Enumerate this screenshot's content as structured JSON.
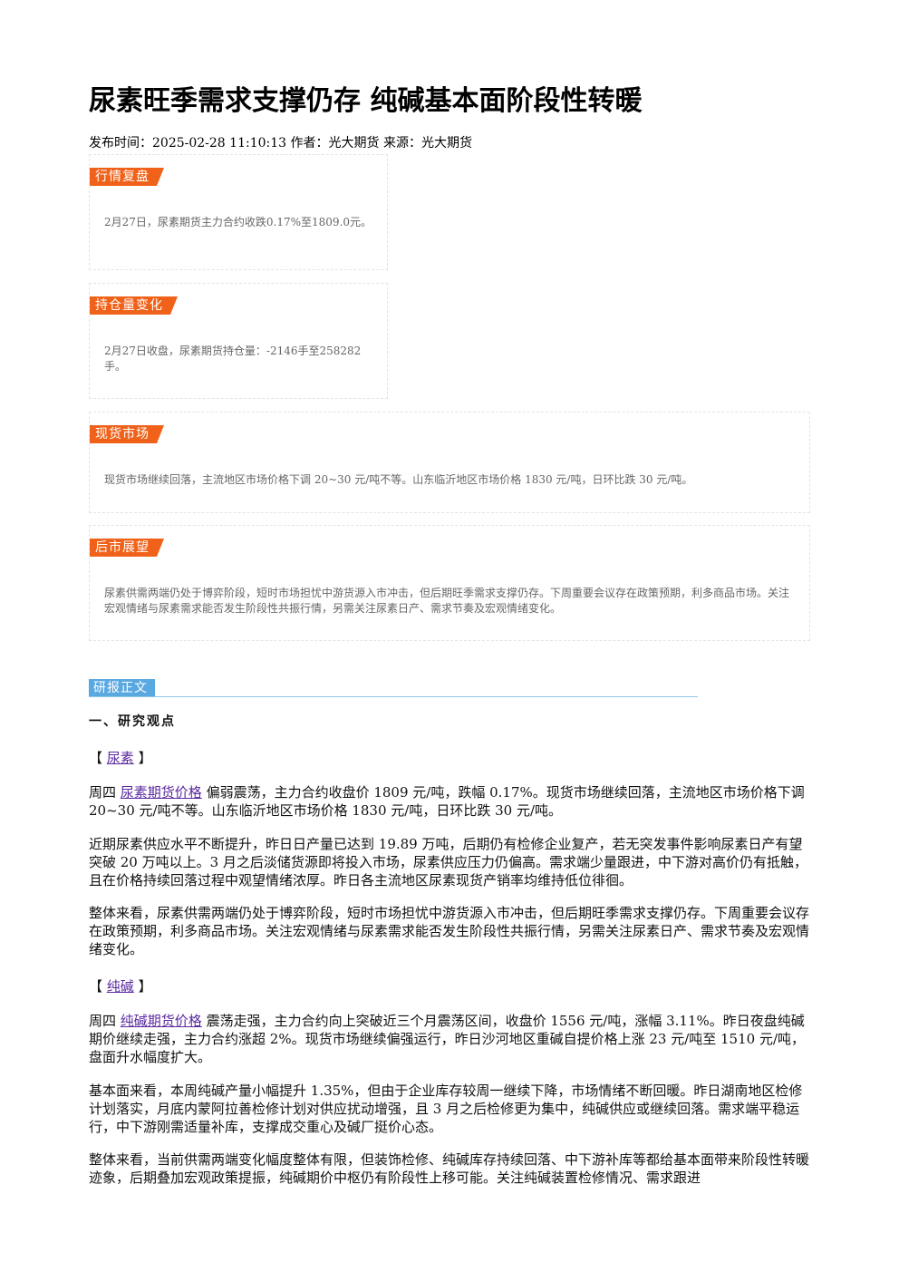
{
  "article": {
    "title": "尿素旺季需求支撑仍存 纯碱基本面阶段性转暖",
    "meta": "发布时间：2025-02-28 11:10:13 作者：光大期货 来源：光大期货"
  },
  "summary_boxes": [
    {
      "label": "行情复盘",
      "text": "2月27日，尿素期货主力合约收跌0.17%至1809.0元。"
    },
    {
      "label": "持仓量变化",
      "text": "2月27日收盘，尿素期货持仓量：-2146手至258282手。"
    },
    {
      "label": "现货市场",
      "text": "现货市场继续回落，主流地区市场价格下调 20~30 元/吨不等。山东临沂地区市场价格 1830 元/吨，日环比跌 30 元/吨。"
    },
    {
      "label": "后市展望",
      "text": "尿素供需两端仍处于博弈阶段，短时市场担忧中游货源入市冲击，但后期旺季需求支撑仍存。下周重要会议存在政策预期，利多商品市场。关注宏观情绪与尿素需求能否发生阶段性共振行情，另需关注尿素日产、需求节奏及宏观情绪变化。"
    }
  ],
  "research": {
    "tag": "研报正文",
    "heading": "一、研究观点",
    "urea": {
      "bracket_open": "【 ",
      "name": "尿素",
      "bracket_close": " 】",
      "p1_prefix": "周四 ",
      "p1_link": "尿素期货价格",
      "p1_rest": " 偏弱震荡，主力合约收盘价 1809 元/吨，跌幅 0.17%。现货市场继续回落，主流地区市场价格下调 20~30 元/吨不等。山东临沂地区市场价格 1830 元/吨，日环比跌 30 元/吨。",
      "p2": "近期尿素供应水平不断提升，昨日日产量已达到 19.89 万吨，后期仍有检修企业复产，若无突发事件影响尿素日产有望突破 20 万吨以上。3 月之后淡储货源即将投入市场，尿素供应压力仍偏高。需求端少量跟进，中下游对高价仍有抵触，且在价格持续回落过程中观望情绪浓厚。昨日各主流地区尿素现货产销率均维持低位徘徊。",
      "p3": "整体来看，尿素供需两端仍处于博弈阶段，短时市场担忧中游货源入市冲击，但后期旺季需求支撑仍存。下周重要会议存在政策预期，利多商品市场。关注宏观情绪与尿素需求能否发生阶段性共振行情，另需关注尿素日产、需求节奏及宏观情绪变化。"
    },
    "soda": {
      "bracket_open": "【 ",
      "name": "纯碱",
      "bracket_close": " 】",
      "p1_prefix": "周四 ",
      "p1_link": "纯碱期货价格",
      "p1_rest": " 震荡走强，主力合约向上突破近三个月震荡区间，收盘价 1556 元/吨，涨幅 3.11%。昨日夜盘纯碱期价继续走强，主力合约涨超 2%。现货市场继续偏强运行，昨日沙河地区重碱自提价格上涨 23 元/吨至 1510 元/吨，盘面升水幅度扩大。",
      "p2": "基本面来看，本周纯碱产量小幅提升 1.35%，但由于企业库存较周一继续下降，市场情绪不断回暖。昨日湖南地区检修计划落实，月底内蒙阿拉善检修计划对供应扰动增强，且 3 月之后检修更为集中，纯碱供应或继续回落。需求端平稳运行，中下游刚需适量补库，支撑成交重心及碱厂挺价心态。",
      "p3": "整体来看，当前供需两端变化幅度整体有限，但装饰检修、纯碱库存持续回落、中下游补库等都给基本面带来阶段性转暖迹象，后期叠加宏观政策提振，纯碱期价中枢仍有阶段性上移可能。关注纯碱装置检修情况、需求跟进"
    }
  }
}
